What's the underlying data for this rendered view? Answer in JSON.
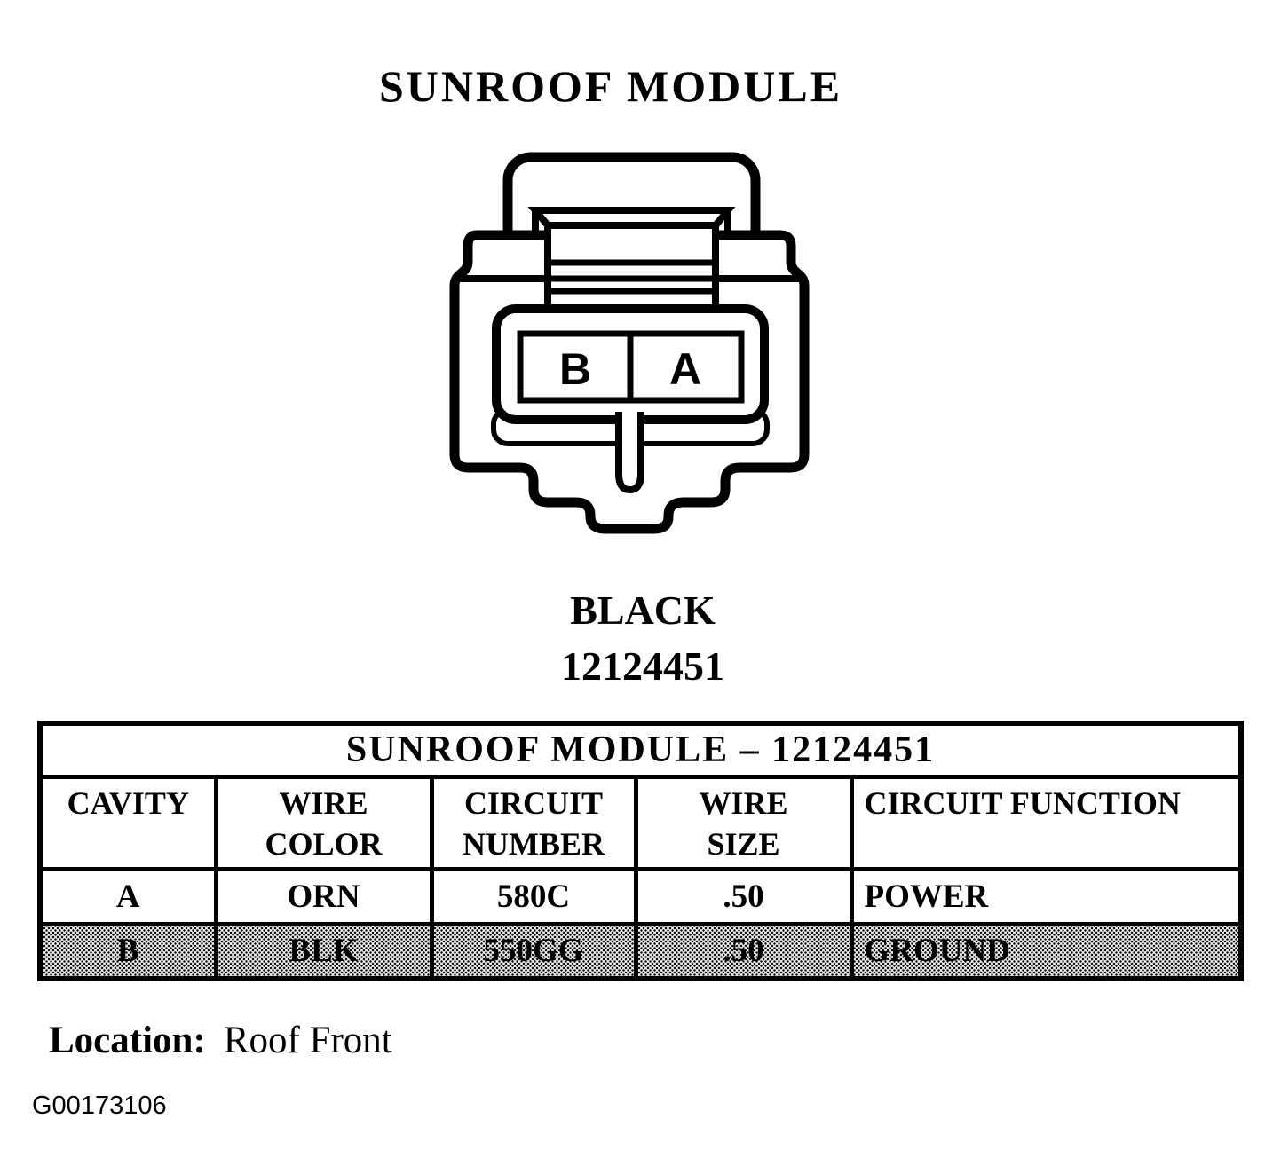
{
  "page": {
    "title": "SUNROOF MODULE",
    "connector": {
      "color_label": "BLACK",
      "part_number": "12124451",
      "cavity_left": "B",
      "cavity_right": "A"
    },
    "table": {
      "title": "SUNROOF MODULE – 12124451",
      "columns": [
        "CAVITY",
        "WIRE\nCOLOR",
        "CIRCUIT\nNUMBER",
        "WIRE\nSIZE",
        "CIRCUIT FUNCTION"
      ],
      "rows": [
        {
          "cavity": "A",
          "wire_color": "ORN",
          "circuit_number": "580C",
          "wire_size": ".50",
          "circuit_function": "POWER",
          "shaded": false
        },
        {
          "cavity": "B",
          "wire_color": "BLK",
          "circuit_number": "550GG",
          "wire_size": ".50",
          "circuit_function": "GROUND",
          "shaded": true
        }
      ]
    },
    "location": {
      "label": "Location:",
      "value": "Roof Front"
    },
    "figure_id": "G00173106"
  }
}
